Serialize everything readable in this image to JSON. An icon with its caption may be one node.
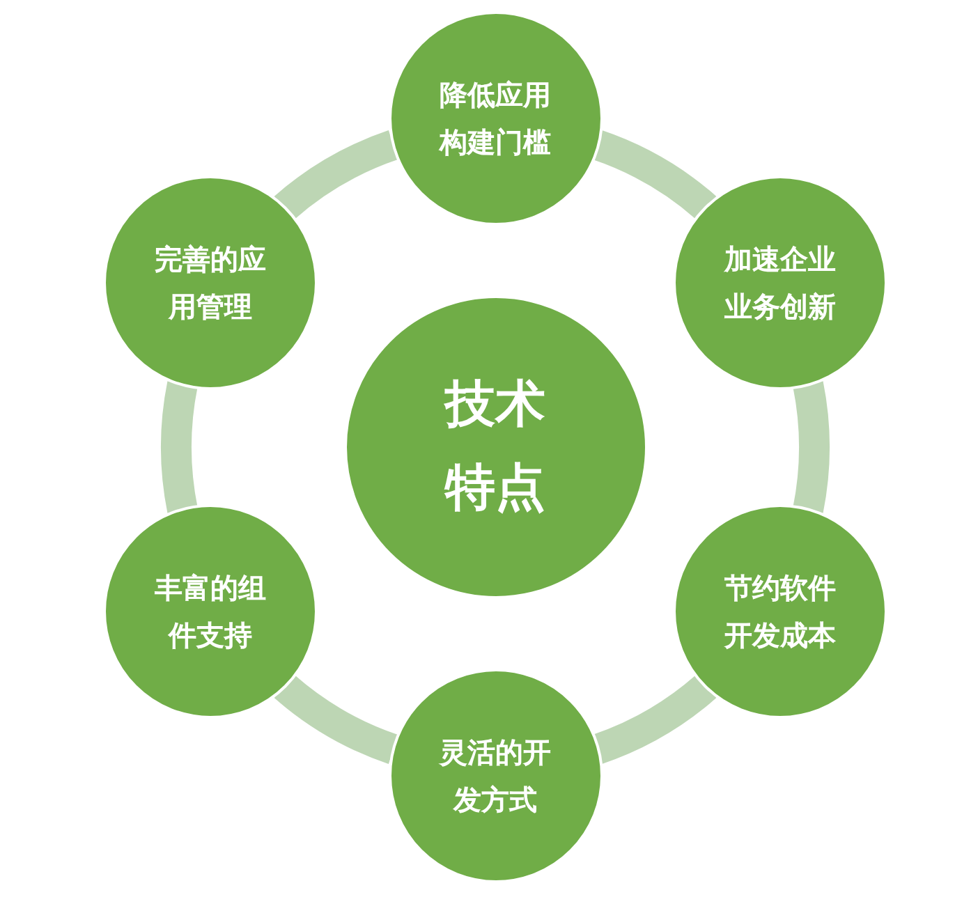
{
  "diagram": {
    "nodes": [
      {
        "text": [
          "技术特点"
        ]
      },
      {
        "text": [
          "降低应用构建门槛"
        ]
      },
      {
        "text": [
          "加速企业业务创新"
        ]
      },
      {
        "text": [
          "节约软件开发成本"
        ]
      },
      {
        "text": [
          "灵活的开发方式"
        ]
      },
      {
        "text": [
          "丰富的组件支持"
        ]
      },
      {
        "text": [
          "完善的应用管理"
        ]
      }
    ],
    "edges": [
      {
        "from": 1,
        "to": 2,
        "arrow": "none"
      },
      {
        "from": 2,
        "to": 3,
        "arrow": "none"
      },
      {
        "from": 3,
        "to": 4,
        "arrow": "none"
      },
      {
        "from": 4,
        "to": 5,
        "arrow": "none"
      },
      {
        "from": 5,
        "to": 6,
        "arrow": "none"
      },
      {
        "from": 6,
        "to": 1,
        "arrow": "none"
      }
    ]
  }
}
